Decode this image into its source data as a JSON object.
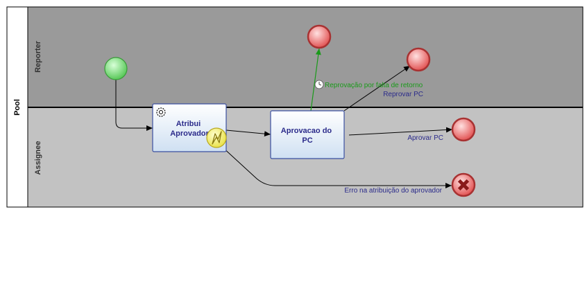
{
  "pool": {
    "label": "Pool"
  },
  "lanes": [
    {
      "id": "reporter",
      "label": "Reporter"
    },
    {
      "id": "assignee",
      "label": "Assignee"
    }
  ],
  "tasks": [
    {
      "id": "atribui",
      "lines": [
        "Atribui",
        "Aprovador"
      ]
    },
    {
      "id": "aprovacao",
      "lines": [
        "Aprovacao do",
        "PC"
      ]
    }
  ],
  "flow_labels": {
    "timeout": "Reprovação por falta de retorno",
    "reprovar": "Reprovar PC",
    "aprovar": "Aprovar PC",
    "erro": "Erro na atribuição do aprovador"
  },
  "colors": {
    "reporter_lane": "#9a9a9a",
    "assignee_lane": "#c2c2c2",
    "start_event": "#5fd35f",
    "end_event": "#e85a5a",
    "end_event_stroke": "#a83232",
    "task_fill_top": "#ffffff",
    "task_fill_bottom": "#cfe0f2",
    "task_stroke": "#3a4fa0",
    "flow": "#000000",
    "timeout_flow": "#1a9a1a",
    "boundary_error": "#f5f05a"
  }
}
